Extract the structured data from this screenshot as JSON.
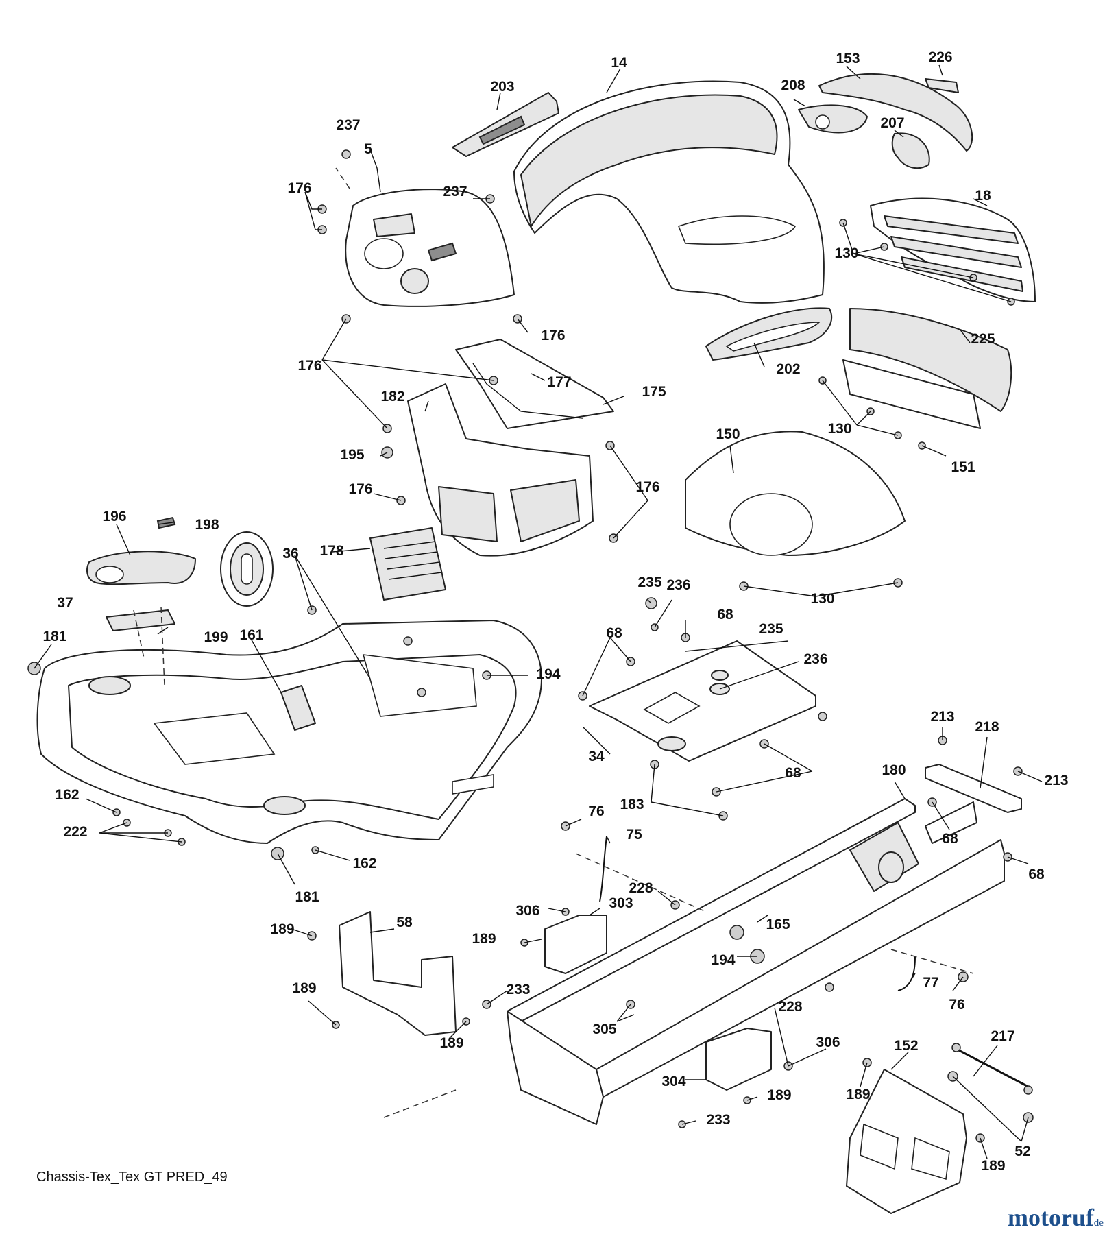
{
  "diagram": {
    "caption": "Chassis-Tex_Tex GT PRED_49",
    "watermark": {
      "name": "motoruf",
      "suffix": ".de",
      "color": "#1d4f8c"
    },
    "part_labels": {
      "p14": "14",
      "p203": "203",
      "p153": "153",
      "p226": "226",
      "p208": "208",
      "p207": "207",
      "p237a": "237",
      "p5": "5",
      "p176a": "176",
      "p237b": "237",
      "p18": "18",
      "p130a": "130",
      "p176b": "176",
      "p176c": "176",
      "p177": "177",
      "p175": "175",
      "p182": "182",
      "p202": "202",
      "p225": "225",
      "p130b": "130",
      "p151": "151",
      "p195": "195",
      "p176d": "176",
      "p176e": "176",
      "p150": "150",
      "p196": "196",
      "p198": "198",
      "p36": "36",
      "p178": "178",
      "p130c": "130",
      "p235a": "235",
      "p236a": "236",
      "p37": "37",
      "p68a": "68",
      "p68b": "68",
      "p235b": "235",
      "p181a": "181",
      "p199": "199",
      "p161": "161",
      "p236b": "236",
      "p194a": "194",
      "p34": "34",
      "p68c": "68",
      "p213a": "213",
      "p218": "218",
      "p213b": "213",
      "p162a": "162",
      "p180": "180",
      "p183": "183",
      "p222": "222",
      "p76a": "76",
      "p75": "75",
      "p68d": "68",
      "p68e": "68",
      "p162b": "162",
      "p181b": "181",
      "p228a": "228",
      "p306a": "306",
      "p303": "303",
      "p165": "165",
      "p58": "58",
      "p189a": "189",
      "p189b": "189",
      "p194b": "194",
      "p77": "77",
      "p189c": "189",
      "p233a": "233",
      "p76b": "76",
      "p228b": "228",
      "p305": "305",
      "p189d": "189",
      "p217": "217",
      "p306b": "306",
      "p152": "152",
      "p304": "304",
      "p189e": "189",
      "p189f": "189",
      "p233b": "233",
      "p52": "52",
      "p189g": "189"
    }
  }
}
